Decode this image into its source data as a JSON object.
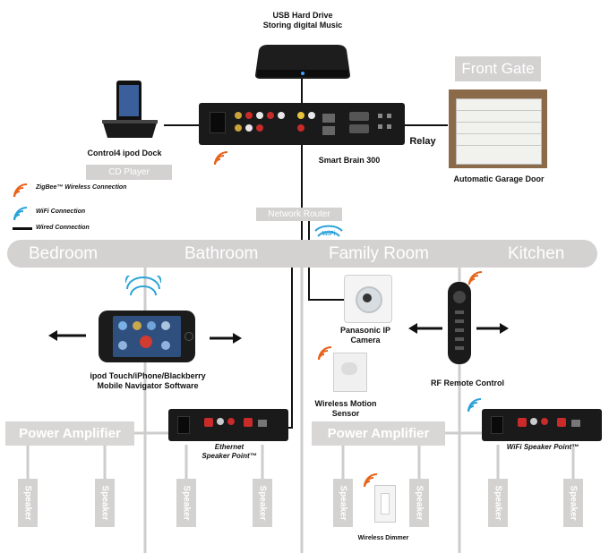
{
  "top_device": {
    "line1": "USB Hard Drive",
    "line2": "Storing digital Music"
  },
  "front_gate": "Front Gate",
  "ipod_dock": "Control4 ipod Dock",
  "cd_player": "CD Player",
  "smart_brain": "Smart Brain 300",
  "relay": "Relay",
  "garage": "Automatic Garage Door",
  "legend": {
    "zigbee": "ZigBee™ Wireless Connection",
    "wifi": "WiFi Connection",
    "wired": "Wired Connection"
  },
  "network_router": "Network Router",
  "wifi_badge": "WiFi",
  "rooms": [
    "Bedroom",
    "Bathroom",
    "Family Room",
    "Kitchen"
  ],
  "ipod_touch": {
    "line1": "ipod Touch/iPhone/Blackberry",
    "line2": "Mobile Navigator Software"
  },
  "camera": {
    "line1": "Panasonic IP",
    "line2": "Camera"
  },
  "motion": {
    "line1": "Wireless Motion",
    "line2": "Sensor"
  },
  "rf_remote": "RF Remote Control",
  "power_amp_left": "Power Amplifier",
  "power_amp_right": "Power Amplifier",
  "ethernet_sp": {
    "line1": "Ethernet",
    "line2": "Speaker Point™"
  },
  "wifi_sp": "WiFi Speaker Point™",
  "speaker_label": "Speaker",
  "dimmer": "Wireless Dimmer",
  "colors": {
    "gray": "#d4d1d1",
    "zigbee_orange": "#e8621a",
    "wifi_blue": "#2aa3d8",
    "device_black": "#1a1a1a"
  }
}
